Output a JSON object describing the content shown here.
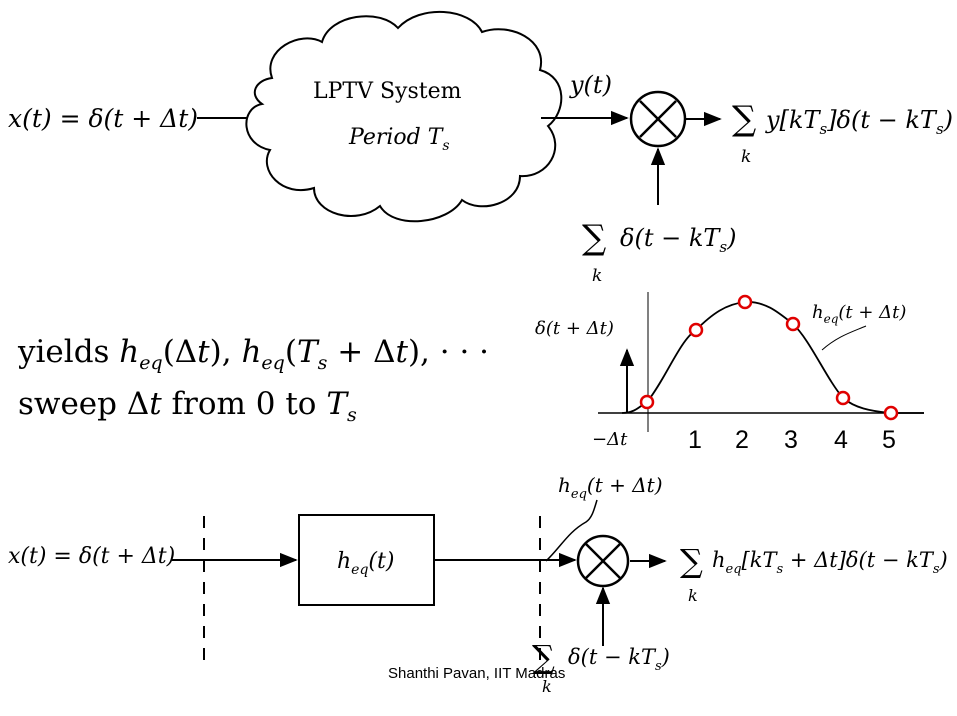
{
  "top": {
    "input_label": "x(t) = δ(t + Δt)",
    "cloud_line1": "LPTV System",
    "cloud_line2": "Period T",
    "cloud_line2_sub": "s",
    "output_label": "y(t)",
    "sampler_label_sum": "∑",
    "sampler_label_k": "k",
    "sampler_label_rest": "δ(t − kT",
    "sampler_label_sub": "s",
    "result_sum": "∑",
    "result_k": "k",
    "result_rest": "y[kT",
    "result_rest2": "]δ(t − kT",
    "result_sub": "s"
  },
  "middle": {
    "line1": "yields h_eq(Δt), h_eq(T_s + Δt), · · ·",
    "line2": "sweep Δt from 0 to T_s"
  },
  "plot": {
    "impulse_label": "δ(t + Δt)",
    "curve_label": "h_eq(t + Δt)",
    "neg_label": "−Δt",
    "tick_labels": [
      "1",
      "2",
      "3",
      "4",
      "5"
    ],
    "marker_color": "#e00000"
  },
  "bottom": {
    "input_label": "x(t) = δ(t + Δt)",
    "block_label": "h_eq(t)",
    "tap_label": "h_eq(t + Δt)",
    "result_text": "∑ h_eq[kT_s + Δt]δ(t − kT_s)",
    "sampler_text": "∑ δ(t − kT_s)"
  },
  "footer": {
    "credit": "Shanthi Pavan, IIT Madras"
  }
}
